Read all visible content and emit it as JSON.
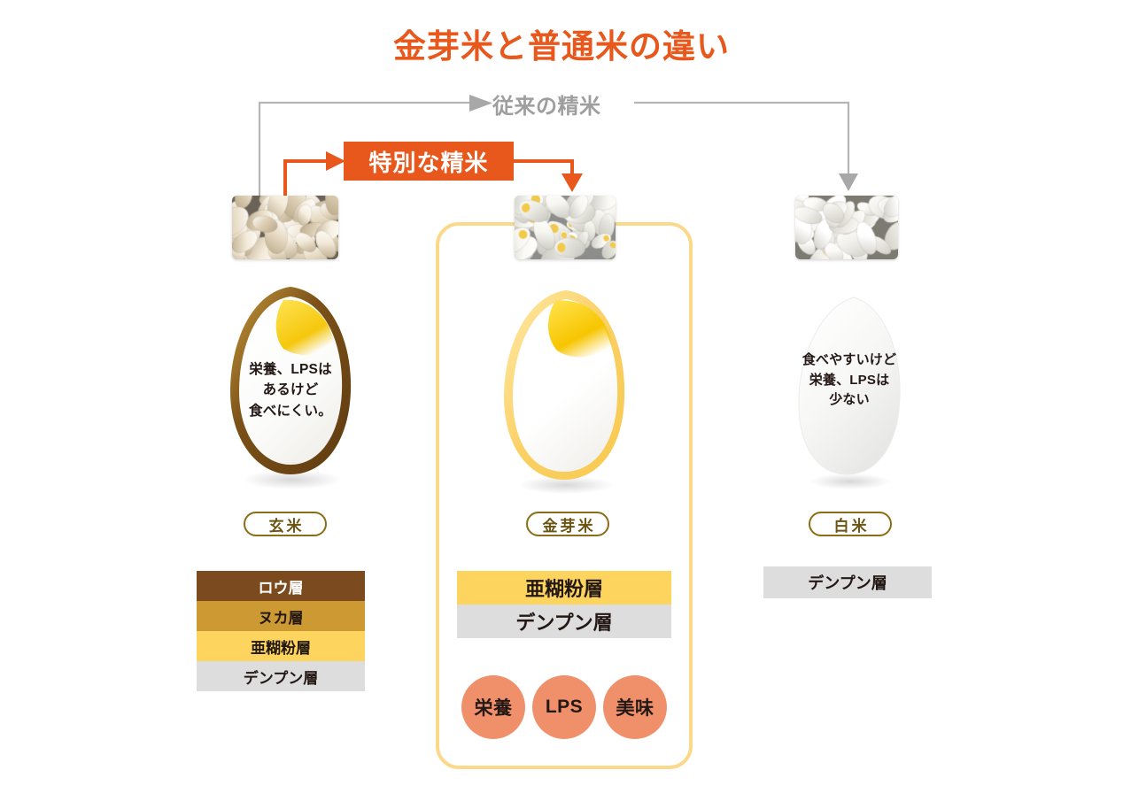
{
  "page": {
    "title": "金芽米と普通米の違い",
    "title_color": "#E8571B",
    "background": "#FFFFFF"
  },
  "flow": {
    "conventional_label": "従来の精米",
    "conventional_color": "#9E9E9E",
    "special_label": "特別な精米",
    "special_bg": "#E8571B",
    "special_text_color": "#FFFFFF"
  },
  "highlight": {
    "border_color": "#FBD98B"
  },
  "columns": [
    {
      "key": "genmai",
      "photo_name": "brown-rice-photo",
      "grain_text": "栄養、LPSは\nあるけど\n食べにくい。",
      "pill_label": "玄米",
      "pill_color": "#8A6D18",
      "layers": [
        {
          "label": "ロウ層",
          "color": "#7B4A1E",
          "text_color": "#FFFFFF"
        },
        {
          "label": "ヌカ層",
          "color": "#CC9933",
          "text_color": "#231815"
        },
        {
          "label": "亜糊粉層",
          "color": "#FCD45E",
          "text_color": "#231815"
        },
        {
          "label": "デンプン層",
          "color": "#DDDDDD",
          "text_color": "#231815"
        }
      ]
    },
    {
      "key": "kinmemai",
      "photo_name": "kinmemai-rice-photo",
      "grain_text": "",
      "pill_label": "金芽米",
      "pill_color": "#8A6D18",
      "layers": [
        {
          "label": "亜糊粉層",
          "color": "#FCD45E",
          "text_color": "#231815"
        },
        {
          "label": "デンプン層",
          "color": "#DDDDDD",
          "text_color": "#231815"
        }
      ],
      "benefits": [
        {
          "label": "栄養",
          "color": "#F0906A"
        },
        {
          "label": "LPS",
          "color": "#F0906A"
        },
        {
          "label": "美味",
          "color": "#F0906A"
        }
      ]
    },
    {
      "key": "hakumai",
      "photo_name": "white-rice-photo",
      "grain_text": "食べやすいけど\n栄養、LPSは\n少ない",
      "pill_label": "白米",
      "pill_color": "#8A6D18",
      "layers": [
        {
          "label": "デンプン層",
          "color": "#DDDDDD",
          "text_color": "#231815"
        }
      ]
    }
  ]
}
